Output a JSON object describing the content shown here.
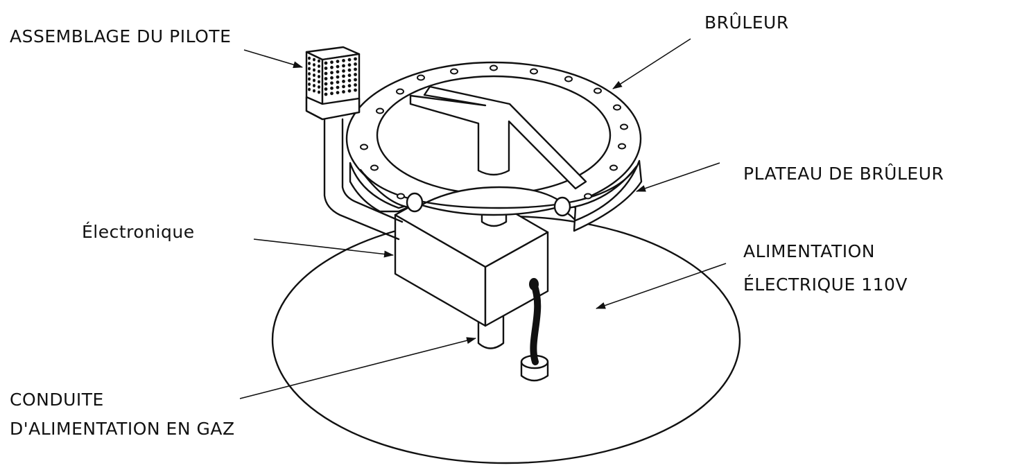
{
  "labels": {
    "pilot": "ASSEMBLAGE DU PILOTE",
    "burner": "BRÛLEUR",
    "burner_plate": "PLATEAU DE BRÛLEUR",
    "electronics": "Électronique",
    "power_line1": "ALIMENTATION",
    "power_line2": "ÉLECTRIQUE 110V",
    "gas_line1": "CONDUITE",
    "gas_line2": "D'ALIMENTATION EN GAZ"
  }
}
